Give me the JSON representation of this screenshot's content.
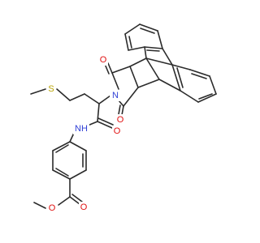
{
  "molecule": {
    "atoms": [
      {
        "id": "s1",
        "label": "S",
        "color": "#b8a200"
      },
      {
        "id": "n1",
        "label": "N",
        "color": "#2f3fd6"
      },
      {
        "id": "nh1",
        "label": "NH",
        "color": "#2f3fd6"
      },
      {
        "id": "o1",
        "label": "O",
        "color": "#e01010"
      },
      {
        "id": "o2",
        "label": "O",
        "color": "#e01010"
      },
      {
        "id": "o3",
        "label": "O",
        "color": "#e01010"
      },
      {
        "id": "o4",
        "label": "O",
        "color": "#e01010"
      },
      {
        "id": "o5",
        "label": "O",
        "color": "#e01010"
      }
    ],
    "bond_color": "#2b2b2b"
  }
}
